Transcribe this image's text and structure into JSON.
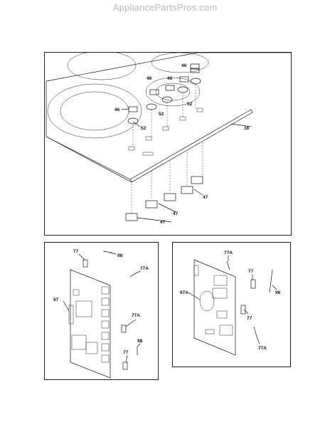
{
  "watermark": "AppliancePartsPros.com",
  "top_panel": {
    "labels": {
      "l46a": "46",
      "l46b": "46",
      "l46c": "46",
      "l46d": "46",
      "l52a": "52",
      "l52b": "52",
      "l52c": "52",
      "l16": "16",
      "l47a": "47",
      "l47b": "47",
      "l47c": "47"
    }
  },
  "bottom_left_panel": {
    "labels": {
      "l77a": "77",
      "l98a": "98",
      "l77Aa": "77A",
      "l97": "97",
      "l77Ab": "77A",
      "l98b": "98",
      "l77b": "77"
    }
  },
  "bottom_right_panel": {
    "labels": {
      "l77A_top": "77A",
      "l77_top": "77",
      "l98": "98",
      "l97A": "97A",
      "l77_mid": "77",
      "l77A_bot": "77A"
    }
  }
}
